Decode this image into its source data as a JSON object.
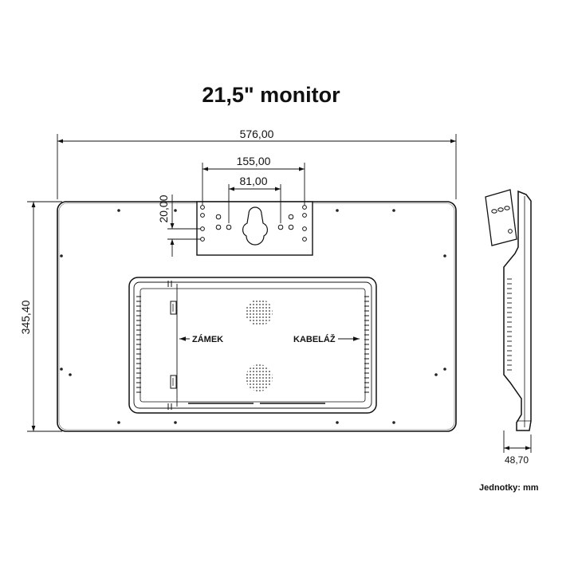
{
  "title": "21,5\" monitor",
  "units": "Jednotky: mm",
  "dimensions": {
    "total_width": "576,00",
    "total_height": "345,40",
    "mount_outer": "155,00",
    "mount_inner": "81,00",
    "mount_offset": "20,00",
    "depth": "48,70"
  },
  "callouts": {
    "lock": "ZÁMEK",
    "cabling": "KABELÁŽ"
  }
}
